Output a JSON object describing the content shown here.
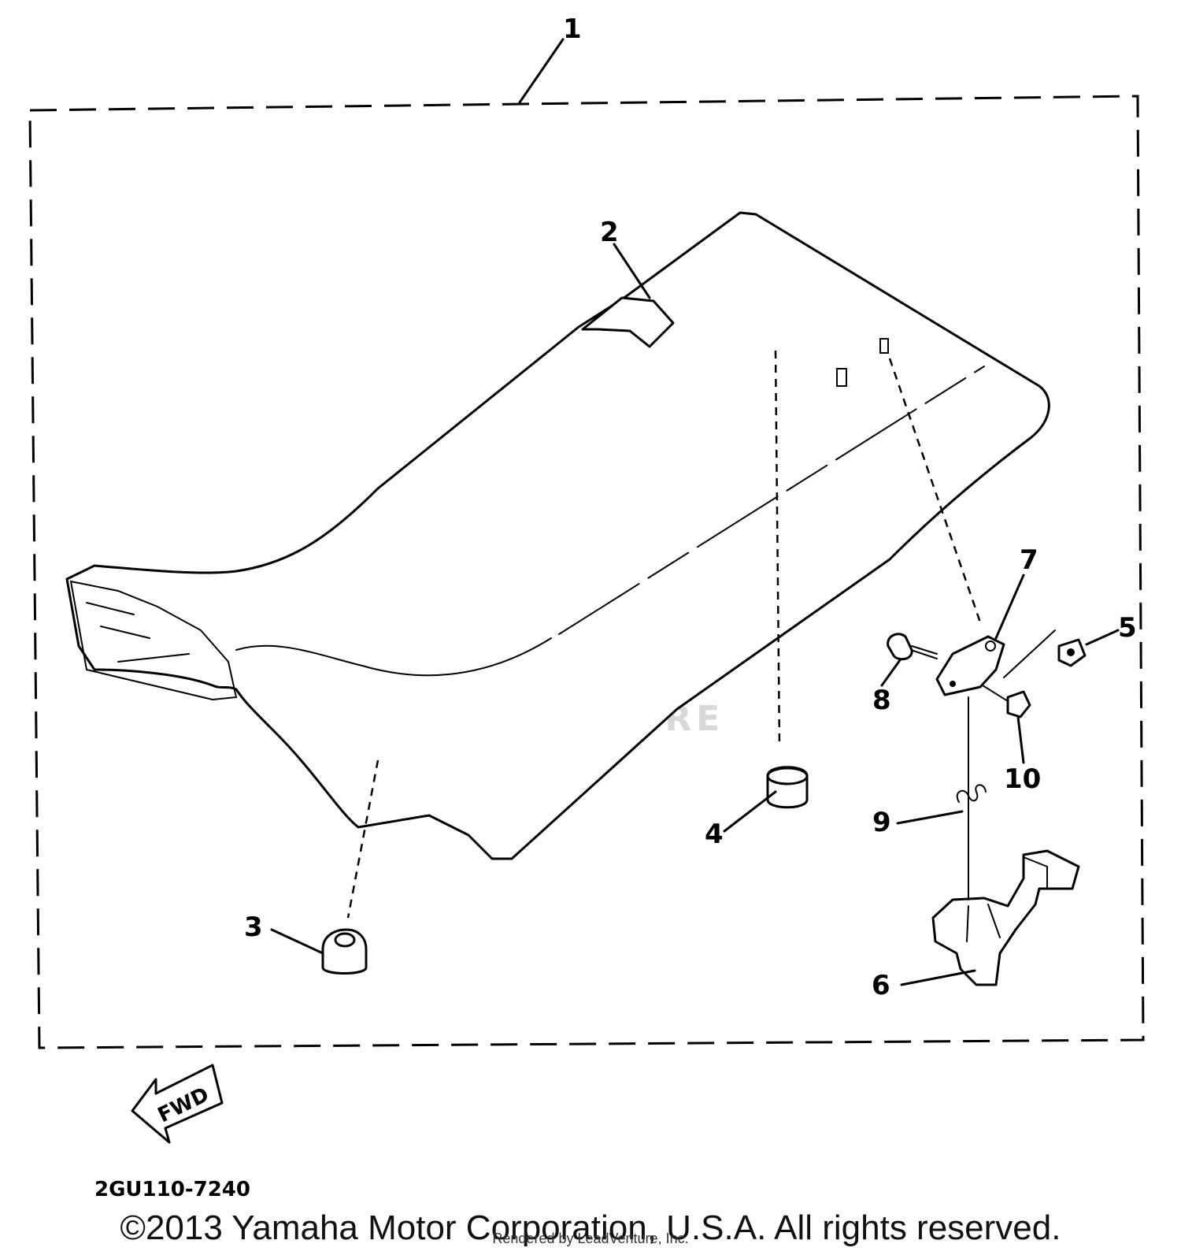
{
  "callouts": {
    "c1": "1",
    "c2": "2",
    "c3": "3",
    "c4": "4",
    "c5": "5",
    "c6": "6",
    "c7": "7",
    "c8": "8",
    "c9": "9",
    "c10": "10"
  },
  "direction_arrow": "FWD",
  "diagram_code": "2GU110-7240",
  "watermark": "LEADVENTURE",
  "copyright": "©2013 Yamaha Motor Corporation, U.S.A. All rights reserved.",
  "rendered_by": "Rendered by LeadVenture, Inc."
}
